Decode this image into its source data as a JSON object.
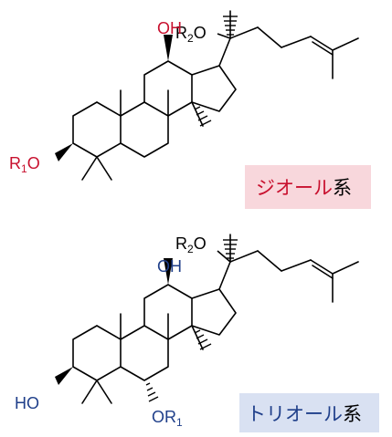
{
  "colors": {
    "bond": "#000000",
    "diol_accent": "#c8102e",
    "triol_accent": "#1f3f8a",
    "diol_tag_bg": "#f8d7dc",
    "triol_tag_bg": "#d9e1f2"
  },
  "diol": {
    "r2o_R": "R",
    "r2o_sub": "2",
    "r2o_O": "O",
    "oh_label": "OH",
    "r1o_R": "R",
    "r1o_sub": "1",
    "r1o_O": "O",
    "accent_part": "ジオール",
    "suffix": "系"
  },
  "triol": {
    "r2o_R": "R",
    "r2o_sub": "2",
    "r2o_O": "O",
    "oh_label": "OH",
    "ho_label": "HO",
    "or1_OR": "OR",
    "or1_sub": "1",
    "accent_part": "トリオール",
    "suffix": "系"
  }
}
